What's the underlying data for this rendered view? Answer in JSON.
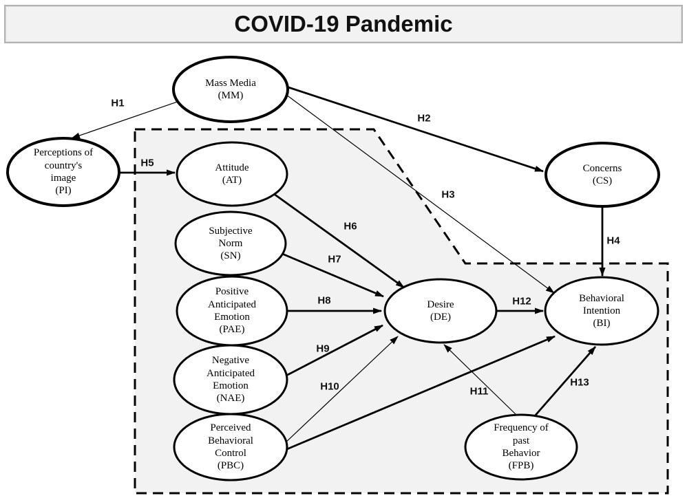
{
  "title": "COVID-19 Pandemic",
  "colors": {
    "region_fill": "#f2f2f2",
    "line": "#000000",
    "node_fill": "#ffffff",
    "node_border": "#000000",
    "titlebar_fill": "#f2f2f2",
    "titlebar_border": "#b3b3b3"
  },
  "nodes": {
    "mm": {
      "id": "MM",
      "label": "Mass Media\n(MM)"
    },
    "pi": {
      "id": "PI",
      "label": "Perceptions of\ncountry's\nimage\n(PI)"
    },
    "at": {
      "id": "AT",
      "label": "Attitude\n(AT)"
    },
    "sn": {
      "id": "SN",
      "label": "Subjective\nNorm\n(SN)"
    },
    "pae": {
      "id": "PAE",
      "label": "Positive\nAnticipated\nEmotion\n(PAE)"
    },
    "nae": {
      "id": "NAE",
      "label": "Negative\nAnticipated\nEmotion\n(NAE)"
    },
    "pbc": {
      "id": "PBC",
      "label": "Perceived\nBehavioral\nControl\n(PBC)"
    },
    "de": {
      "id": "DE",
      "label": "Desire\n(DE)"
    },
    "cs": {
      "id": "CS",
      "label": "Concerns\n(CS)"
    },
    "bi": {
      "id": "BI",
      "label": "Behavioral\nIntention\n(BI)"
    },
    "fpb": {
      "id": "FPB",
      "label": "Frequency of\npast\nBehavior\n(FPB)"
    }
  },
  "hypotheses": {
    "h1": "H1",
    "h2": "H2",
    "h3": "H3",
    "h4": "H4",
    "h5": "H5",
    "h6": "H6",
    "h7": "H7",
    "h8": "H8",
    "h9": "H9",
    "h10": "H10",
    "h11": "H11",
    "h12": "H12",
    "h13": "H13"
  },
  "edges": [
    {
      "hypothesis": "H1",
      "from": "MM",
      "to": "PI",
      "style": "thin"
    },
    {
      "hypothesis": "H2",
      "from": "MM",
      "to": "CS",
      "style": "thick"
    },
    {
      "hypothesis": "H3",
      "from": "MM",
      "to": "BI",
      "style": "thin"
    },
    {
      "hypothesis": "H4",
      "from": "CS",
      "to": "BI",
      "style": "thick"
    },
    {
      "hypothesis": "H5",
      "from": "PI",
      "to": "AT",
      "style": "thick"
    },
    {
      "hypothesis": "H6",
      "from": "AT",
      "to": "DE",
      "style": "thick"
    },
    {
      "hypothesis": "H7",
      "from": "SN",
      "to": "DE",
      "style": "thick"
    },
    {
      "hypothesis": "H8",
      "from": "PAE",
      "to": "DE",
      "style": "thick"
    },
    {
      "hypothesis": "H9",
      "from": "NAE",
      "to": "DE",
      "style": "thick"
    },
    {
      "hypothesis": "H10",
      "from": "PBC",
      "to": "DE",
      "style": "thin"
    },
    {
      "hypothesis": "H11",
      "from": "FPB",
      "to": "DE",
      "style": "thin"
    },
    {
      "hypothesis": "H12",
      "from": "DE",
      "to": "BI",
      "style": "thick"
    },
    {
      "hypothesis": "H13",
      "from": "FPB",
      "to": "BI",
      "style": "thick"
    },
    {
      "hypothesis": "",
      "from": "PBC",
      "to": "BI",
      "style": "thick"
    }
  ]
}
